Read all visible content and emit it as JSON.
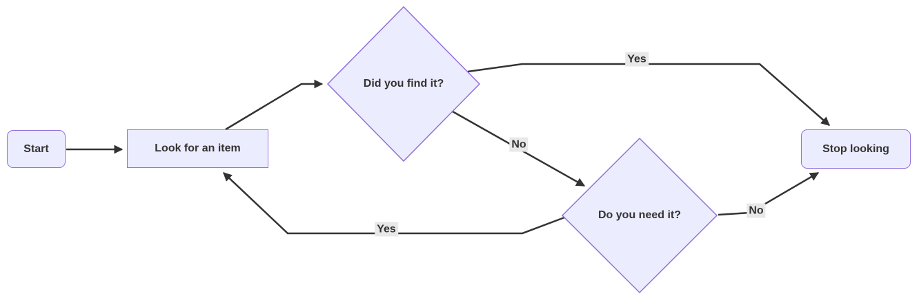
{
  "diagram": {
    "type": "flowchart",
    "background_color": "#ffffff",
    "node_fill_color": "#ECECFF",
    "node_border_color": "#9370DB",
    "edge_color": "#333333",
    "edge_label_background": "#e8e8e8",
    "text_color": "#333333",
    "nodes": {
      "start": {
        "label": "Start",
        "shape": "rounded-rect"
      },
      "look": {
        "label": "Look for an item",
        "shape": "rect"
      },
      "found": {
        "label": "Did you find it?",
        "shape": "diamond"
      },
      "need": {
        "label": "Do you need it?",
        "shape": "diamond"
      },
      "stop": {
        "label": "Stop looking",
        "shape": "rounded-rect"
      }
    },
    "edges": [
      {
        "from": "start",
        "to": "look",
        "label": ""
      },
      {
        "from": "look",
        "to": "found",
        "label": ""
      },
      {
        "from": "found",
        "to": "stop",
        "label": "Yes"
      },
      {
        "from": "found",
        "to": "need",
        "label": "No"
      },
      {
        "from": "need",
        "to": "stop",
        "label": "No"
      },
      {
        "from": "need",
        "to": "look",
        "label": "Yes"
      }
    ],
    "edge_labels": {
      "found_stop": "Yes",
      "found_need": "No",
      "need_stop": "No",
      "need_look": "Yes"
    }
  }
}
